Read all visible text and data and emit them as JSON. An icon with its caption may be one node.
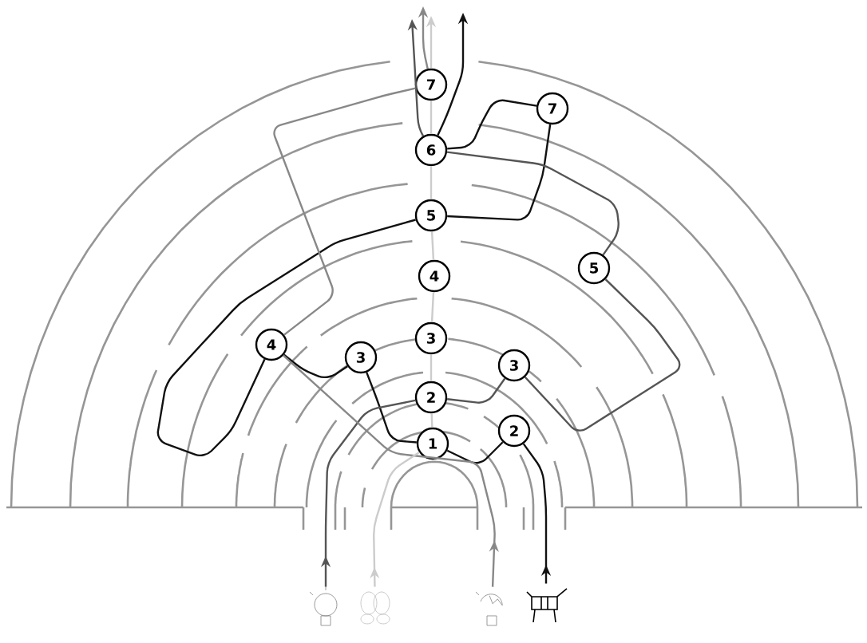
{
  "diagram": {
    "nodes": [
      {
        "text": [
          "7"
        ]
      },
      {
        "text": [
          "7"
        ]
      },
      {
        "text": [
          "6"
        ]
      },
      {
        "text": [
          "5"
        ]
      },
      {
        "text": [
          "5"
        ]
      },
      {
        "text": [
          "4"
        ]
      },
      {
        "text": [
          "3"
        ]
      },
      {
        "text": [
          "4"
        ]
      },
      {
        "text": [
          "3"
        ]
      },
      {
        "text": [
          "3"
        ]
      },
      {
        "text": [
          "2"
        ]
      },
      {
        "text": [
          "2"
        ]
      },
      {
        "text": [
          "1"
        ]
      },
      {
        "text": [],
        "shape": "picture"
      },
      {
        "text": [],
        "shape": "picture"
      },
      {
        "text": [],
        "shape": "picture"
      },
      {
        "text": [],
        "shape": "picture"
      }
    ],
    "edges": [
      {
        "from": 16,
        "to": 11,
        "arrow": "to",
        "color": "#111111"
      },
      {
        "from": 11,
        "to": 12,
        "arrow": "none",
        "color": "#111111"
      },
      {
        "from": 12,
        "to": 8,
        "arrow": "none",
        "color": "#111111"
      },
      {
        "from": 8,
        "to": 7,
        "arrow": "none",
        "color": "#111111"
      },
      {
        "from": 7,
        "to": 3,
        "arrow": "none",
        "color": "#111111"
      },
      {
        "from": 3,
        "to": 1,
        "arrow": "none",
        "color": "#111111"
      },
      {
        "from": 1,
        "to": 2,
        "arrow": "none",
        "color": "#111111"
      },
      {
        "from": 2,
        "to": null,
        "arrow": "to",
        "color": "#111111"
      },
      {
        "from": 13,
        "to": 10,
        "arrow": "to",
        "color": "#555555"
      },
      {
        "from": 10,
        "to": 9,
        "arrow": "none",
        "color": "#555555"
      },
      {
        "from": 9,
        "to": 4,
        "arrow": "none",
        "color": "#555555"
      },
      {
        "from": 4,
        "to": 2,
        "arrow": "none",
        "color": "#555555"
      },
      {
        "from": 2,
        "to": null,
        "arrow": "to",
        "color": "#555555"
      },
      {
        "from": 15,
        "to": 7,
        "arrow": "to",
        "color": "#888888"
      },
      {
        "from": 7,
        "to": 0,
        "arrow": "none",
        "color": "#888888"
      },
      {
        "from": 0,
        "to": null,
        "arrow": "to",
        "color": "#888888"
      },
      {
        "from": 14,
        "to": 12,
        "arrow": "to",
        "color": "#cccccc"
      },
      {
        "from": 12,
        "to": 10,
        "arrow": "none",
        "color": "#cccccc"
      },
      {
        "from": 10,
        "to": 6,
        "arrow": "none",
        "color": "#cccccc"
      },
      {
        "from": 6,
        "to": 5,
        "arrow": "none",
        "color": "#cccccc"
      },
      {
        "from": 5,
        "to": 3,
        "arrow": "none",
        "color": "#cccccc"
      },
      {
        "from": 3,
        "to": 2,
        "arrow": "none",
        "color": "#cccccc"
      },
      {
        "from": 2,
        "to": 0,
        "arrow": "none",
        "color": "#cccccc"
      },
      {
        "from": 0,
        "to": null,
        "arrow": "to",
        "color": "#cccccc"
      }
    ]
  }
}
